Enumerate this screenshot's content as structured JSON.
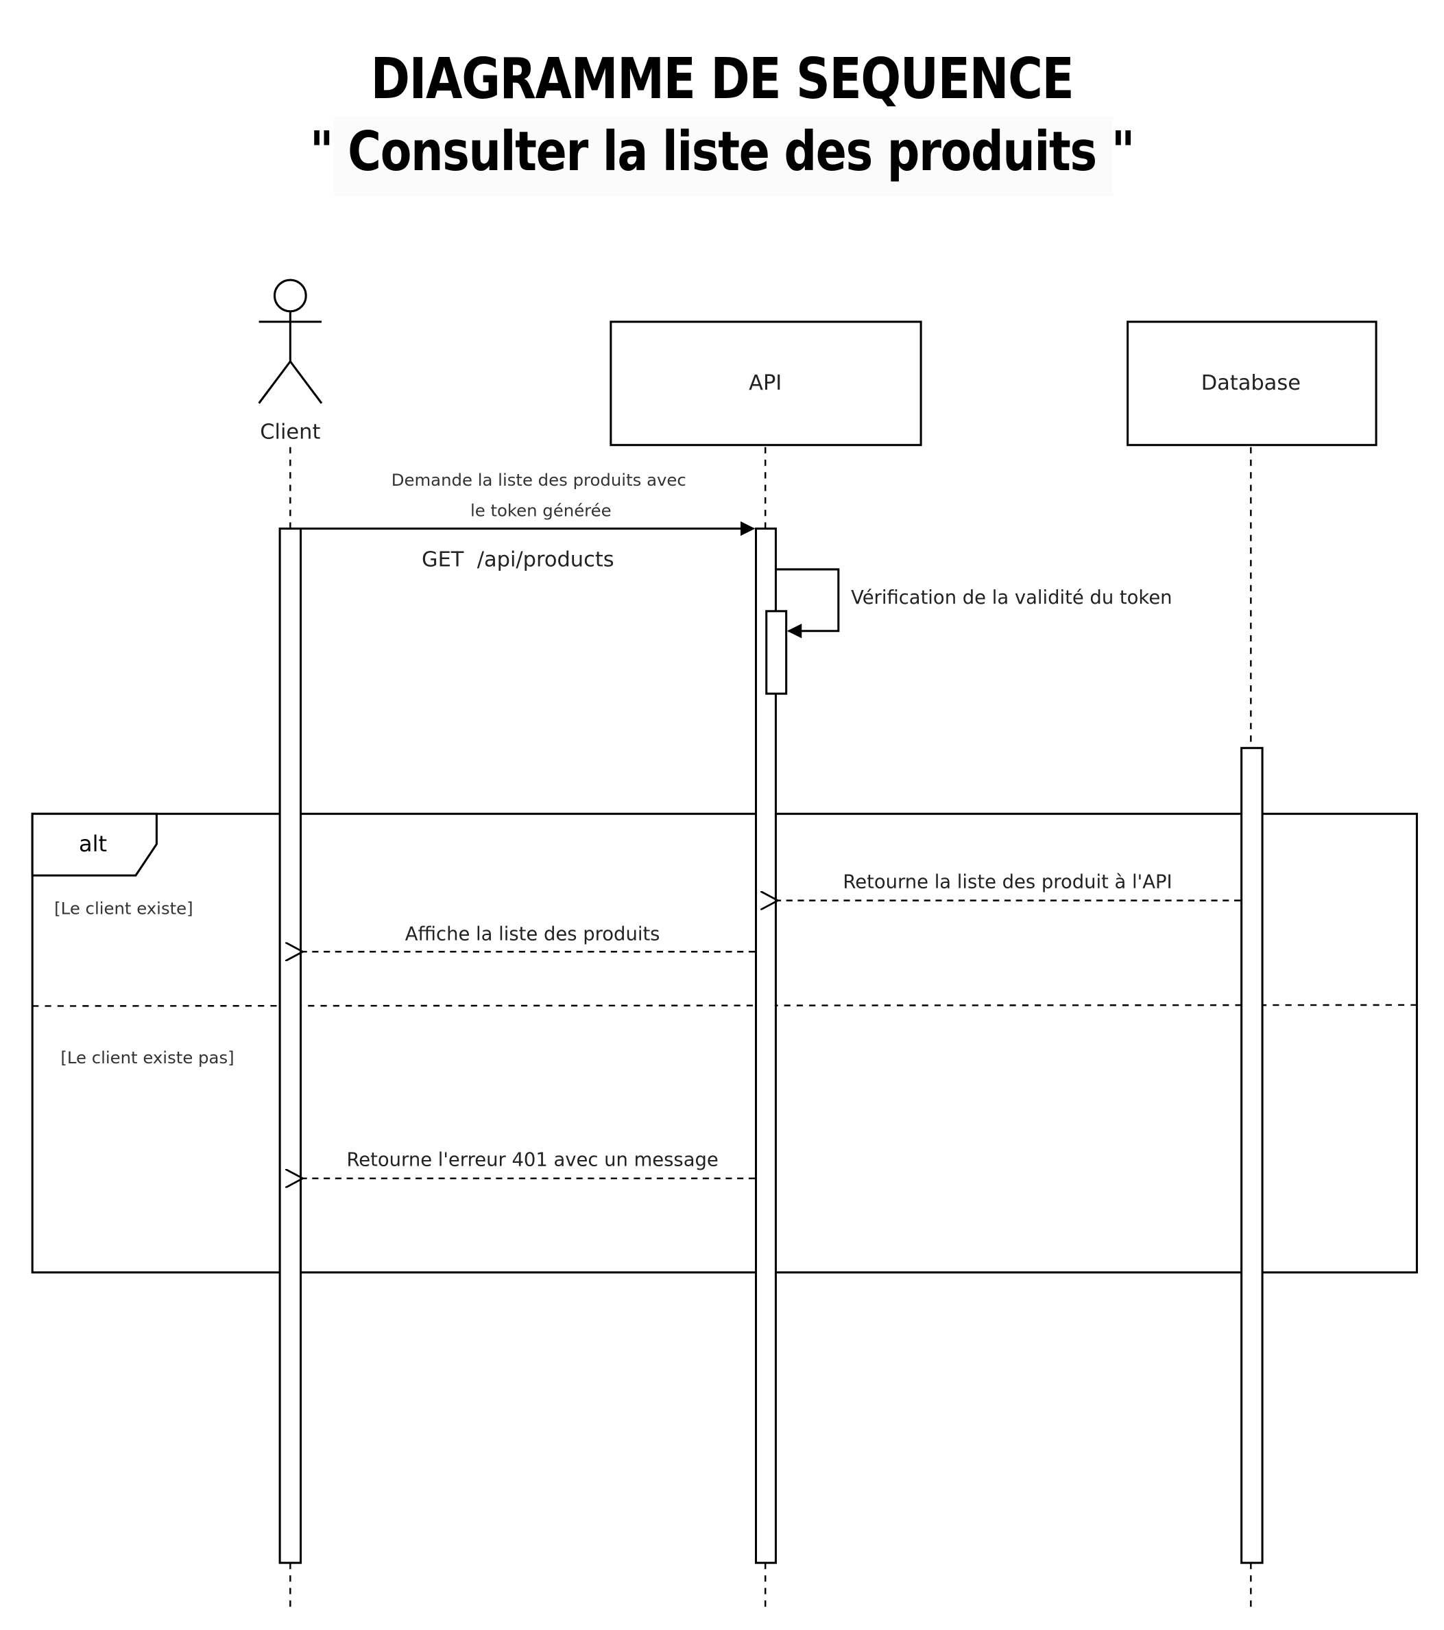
{
  "title": {
    "line1": "DIAGRAMME DE SEQUENCE",
    "line2": "\" Consulter la liste des produits \""
  },
  "participants": {
    "client": "Client",
    "api": "API",
    "database": "Database"
  },
  "messages": {
    "request_line1": "Demande la liste des produits avec",
    "request_line2": "le token générée",
    "request_endpoint": "GET  /api/products",
    "self_check": "Vérification de la validité du token",
    "db_return": "Retourne la liste des produit à l'API",
    "display_products": "Affiche la liste des produits",
    "error_return": "Retourne l'erreur 401 avec un message"
  },
  "alt_fragment": {
    "label": "alt",
    "guard1": "[Le client existe]",
    "guard2": "[Le client existe pas]"
  }
}
